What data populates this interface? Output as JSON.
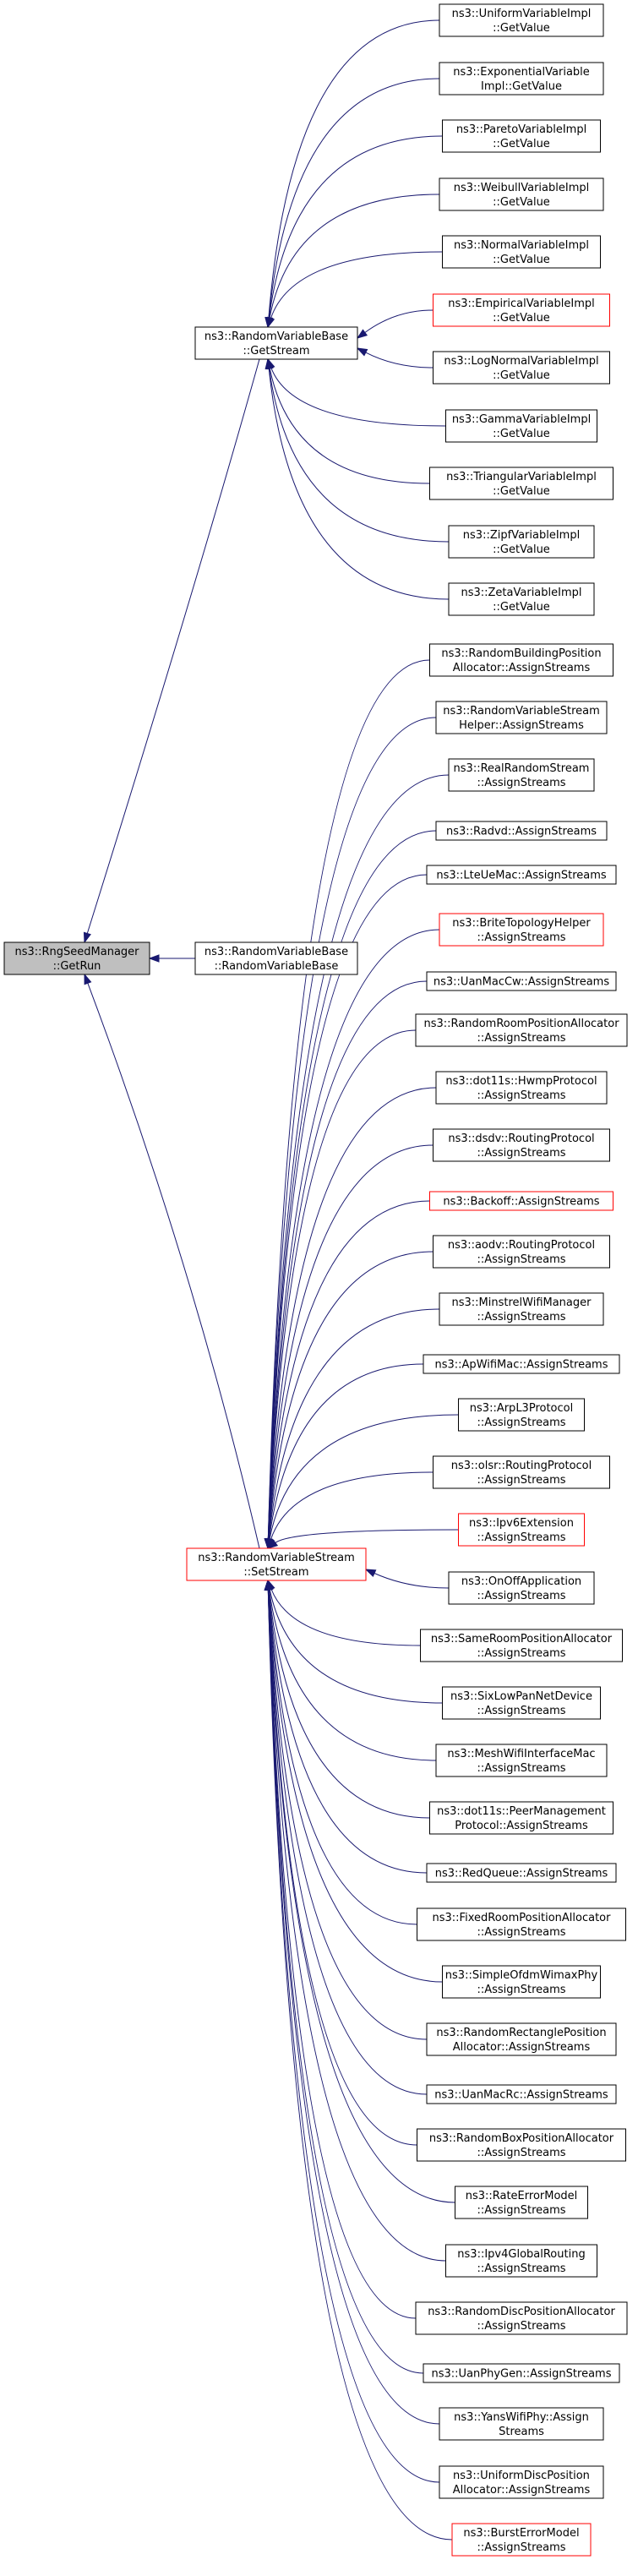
{
  "diagram": {
    "type": "call-graph",
    "edge_color": "#191970",
    "node_border_color": "#000000",
    "highlight_border_color": "#ff0000",
    "root_fill_color": "#bfbfbf",
    "root": {
      "id": "root",
      "lines": [
        "ns3::RngSeedManager",
        "::GetRun"
      ]
    },
    "hubs": [
      {
        "id": "getstream",
        "lines": [
          "ns3::RandomVariableBase",
          "::GetStream"
        ]
      },
      {
        "id": "rvbase",
        "lines": [
          "ns3::RandomVariableBase",
          "::RandomVariableBase"
        ]
      },
      {
        "id": "setstream",
        "lines": [
          "ns3::RandomVariableStream",
          "::SetStream"
        ],
        "highlighted": true
      }
    ],
    "getstream_callers": [
      {
        "lines": [
          "ns3::UniformVariableImpl",
          "::GetValue"
        ]
      },
      {
        "lines": [
          "ns3::ExponentialVariable",
          "Impl::GetValue"
        ]
      },
      {
        "lines": [
          "ns3::ParetoVariableImpl",
          "::GetValue"
        ]
      },
      {
        "lines": [
          "ns3::WeibullVariableImpl",
          "::GetValue"
        ]
      },
      {
        "lines": [
          "ns3::NormalVariableImpl",
          "::GetValue"
        ]
      },
      {
        "lines": [
          "ns3::EmpiricalVariableImpl",
          "::GetValue"
        ],
        "highlighted": true
      },
      {
        "lines": [
          "ns3::LogNormalVariableImpl",
          "::GetValue"
        ]
      },
      {
        "lines": [
          "ns3::GammaVariableImpl",
          "::GetValue"
        ]
      },
      {
        "lines": [
          "ns3::TriangularVariableImpl",
          "::GetValue"
        ]
      },
      {
        "lines": [
          "ns3::ZipfVariableImpl",
          "::GetValue"
        ]
      },
      {
        "lines": [
          "ns3::ZetaVariableImpl",
          "::GetValue"
        ]
      }
    ],
    "setstream_callers": [
      {
        "lines": [
          "ns3::RandomBuildingPosition",
          "Allocator::AssignStreams"
        ]
      },
      {
        "lines": [
          "ns3::RandomVariableStream",
          "Helper::AssignStreams"
        ]
      },
      {
        "lines": [
          "ns3::RealRandomStream",
          "::AssignStreams"
        ]
      },
      {
        "lines": [
          "ns3::Radvd::AssignStreams"
        ]
      },
      {
        "lines": [
          "ns3::LteUeMac::AssignStreams"
        ]
      },
      {
        "lines": [
          "ns3::BriteTopologyHelper",
          "::AssignStreams"
        ],
        "highlighted": true
      },
      {
        "lines": [
          "ns3::UanMacCw::AssignStreams"
        ]
      },
      {
        "lines": [
          "ns3::RandomRoomPositionAllocator",
          "::AssignStreams"
        ]
      },
      {
        "lines": [
          "ns3::dot11s::HwmpProtocol",
          "::AssignStreams"
        ]
      },
      {
        "lines": [
          "ns3::dsdv::RoutingProtocol",
          "::AssignStreams"
        ]
      },
      {
        "lines": [
          "ns3::Backoff::AssignStreams"
        ],
        "highlighted": true
      },
      {
        "lines": [
          "ns3::aodv::RoutingProtocol",
          "::AssignStreams"
        ]
      },
      {
        "lines": [
          "ns3::MinstrelWifiManager",
          "::AssignStreams"
        ]
      },
      {
        "lines": [
          "ns3::ApWifiMac::AssignStreams"
        ]
      },
      {
        "lines": [
          "ns3::ArpL3Protocol",
          "::AssignStreams"
        ]
      },
      {
        "lines": [
          "ns3::olsr::RoutingProtocol",
          "::AssignStreams"
        ]
      },
      {
        "lines": [
          "ns3::Ipv6Extension",
          "::AssignStreams"
        ],
        "highlighted": true
      },
      {
        "lines": [
          "ns3::OnOffApplication",
          "::AssignStreams"
        ]
      },
      {
        "lines": [
          "ns3::SameRoomPositionAllocator",
          "::AssignStreams"
        ]
      },
      {
        "lines": [
          "ns3::SixLowPanNetDevice",
          "::AssignStreams"
        ]
      },
      {
        "lines": [
          "ns3::MeshWifiInterfaceMac",
          "::AssignStreams"
        ]
      },
      {
        "lines": [
          "ns3::dot11s::PeerManagement",
          "Protocol::AssignStreams"
        ]
      },
      {
        "lines": [
          "ns3::RedQueue::AssignStreams"
        ]
      },
      {
        "lines": [
          "ns3::FixedRoomPositionAllocator",
          "::AssignStreams"
        ]
      },
      {
        "lines": [
          "ns3::SimpleOfdmWimaxPhy",
          "::AssignStreams"
        ]
      },
      {
        "lines": [
          "ns3::RandomRectanglePosition",
          "Allocator::AssignStreams"
        ]
      },
      {
        "lines": [
          "ns3::UanMacRc::AssignStreams"
        ]
      },
      {
        "lines": [
          "ns3::RandomBoxPositionAllocator",
          "::AssignStreams"
        ]
      },
      {
        "lines": [
          "ns3::RateErrorModel",
          "::AssignStreams"
        ]
      },
      {
        "lines": [
          "ns3::Ipv4GlobalRouting",
          "::AssignStreams"
        ]
      },
      {
        "lines": [
          "ns3::RandomDiscPositionAllocator",
          "::AssignStreams"
        ]
      },
      {
        "lines": [
          "ns3::UanPhyGen::AssignStreams"
        ]
      },
      {
        "lines": [
          "ns3::YansWifiPhy::Assign",
          "Streams"
        ]
      },
      {
        "lines": [
          "ns3::UniformDiscPosition",
          "Allocator::AssignStreams"
        ]
      },
      {
        "lines": [
          "ns3::BurstErrorModel",
          "::AssignStreams"
        ],
        "highlighted": true
      }
    ]
  }
}
